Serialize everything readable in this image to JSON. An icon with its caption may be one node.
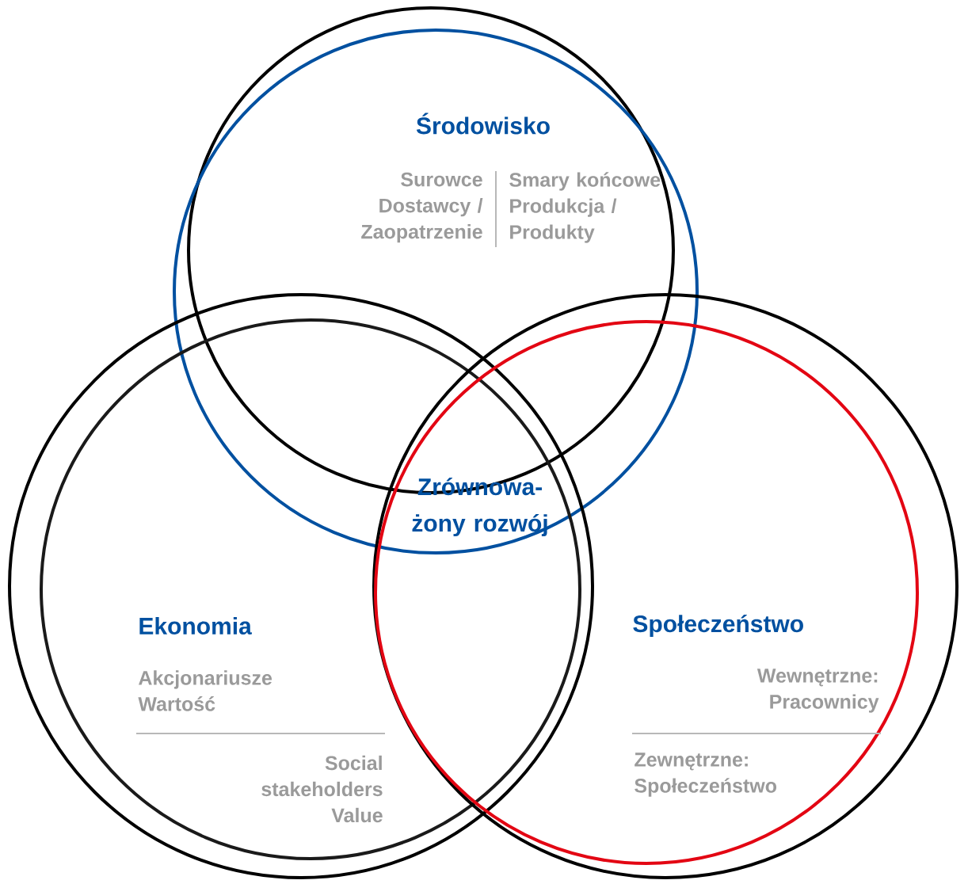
{
  "diagram": {
    "nodes": [
      {
        "text": [
          "Środowisko",
          "Surowce Dostawcy / Zaopatrzenie",
          "Smary końcowe Produkcja / Produkty"
        ]
      },
      {
        "text": [
          "Ekonomia",
          "Akcjonariusze Wartość",
          "Social stakeholders Value"
        ]
      },
      {
        "text": [
          "Społeczeństwo",
          "Wewnętrzne: Pracownicy",
          "Zewnętrzne: Społeczeństwo"
        ]
      }
    ],
    "labels": [
      "Zrównowa-żony rozwój"
    ]
  }
}
